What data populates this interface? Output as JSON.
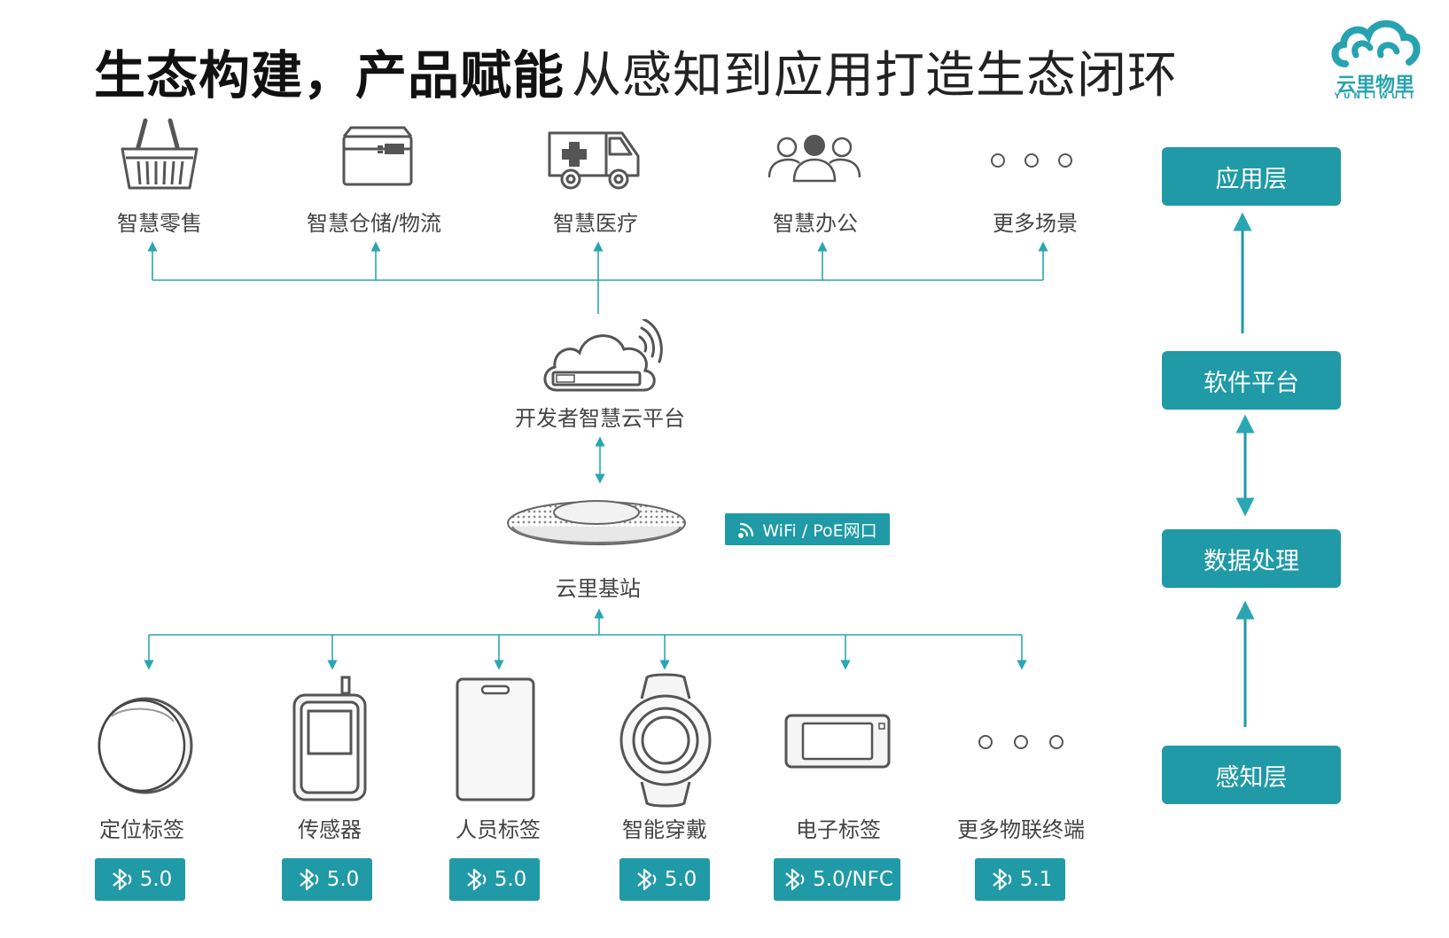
{
  "header": {
    "title_bold": "生态构建，产品赋能",
    "title_light": "从感知到应用打造生态闭环"
  },
  "logo": {
    "text": "云里物里",
    "subtext": "YUNLIWULI",
    "color": "#27a3b0"
  },
  "application_scenarios": [
    {
      "label": "智慧零售",
      "icon": "shopping-basket-icon"
    },
    {
      "label": "智慧仓储/物流",
      "icon": "storage-box-icon"
    },
    {
      "label": "智慧医疗",
      "icon": "ambulance-icon"
    },
    {
      "label": "智慧办公",
      "icon": "people-group-icon"
    },
    {
      "label": "更多场景",
      "icon": "more-dots-icon"
    }
  ],
  "cloud_platform": {
    "label": "开发者智慧云平台",
    "icon": "cloud-server-icon"
  },
  "base_station": {
    "label": "云里基站",
    "icon": "gateway-icon",
    "connectivity": "WiFi / PoE网口"
  },
  "devices": [
    {
      "label": "定位标签",
      "icon": "beacon-icon",
      "bluetooth": "5.0"
    },
    {
      "label": "传感器",
      "icon": "sensor-icon",
      "bluetooth": "5.0"
    },
    {
      "label": "人员标签",
      "icon": "badge-card-icon",
      "bluetooth": "5.0"
    },
    {
      "label": "智能穿戴",
      "icon": "wristband-icon",
      "bluetooth": "5.0"
    },
    {
      "label": "电子标签",
      "icon": "e-label-icon",
      "bluetooth": "5.0/NFC"
    },
    {
      "label": "更多物联终端",
      "icon": "more-dots-icon",
      "bluetooth": "5.1"
    }
  ],
  "layers": {
    "application": "应用层",
    "software": "软件平台",
    "data": "数据处理",
    "perception": "感知层"
  },
  "colors": {
    "accent": "#1f9aa6",
    "line": "#2aa6b3",
    "icon_stroke": "#555555"
  }
}
